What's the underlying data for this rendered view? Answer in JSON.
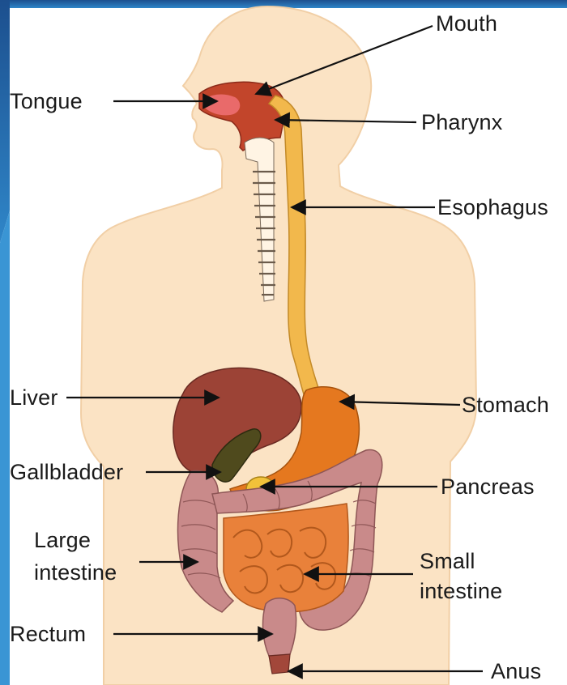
{
  "colors": {
    "background_blue": "#1d5fa8",
    "skin": "#fbe3c4",
    "esophagus": "#f2b84c",
    "liver": "#9c4336",
    "stomach": "#e5781f",
    "large_intestine": "#c98a8a",
    "small_intestine": "#e9813a",
    "gallbladder": "#4f4a1d",
    "pancreas": "#f2c23a",
    "label_text": "#1a1a1a"
  },
  "labels": {
    "mouth": "Mouth",
    "tongue": "Tongue",
    "pharynx": "Pharynx",
    "esophagus": "Esophagus",
    "liver": "Liver",
    "stomach": "Stomach",
    "gallbladder": "Gallbladder",
    "pancreas": "Pancreas",
    "large_intestine_1": "Large",
    "large_intestine_2": "intestine",
    "small_intestine_1": "Small",
    "small_intestine_2": "intestine",
    "rectum": "Rectum",
    "anus": "Anus"
  }
}
